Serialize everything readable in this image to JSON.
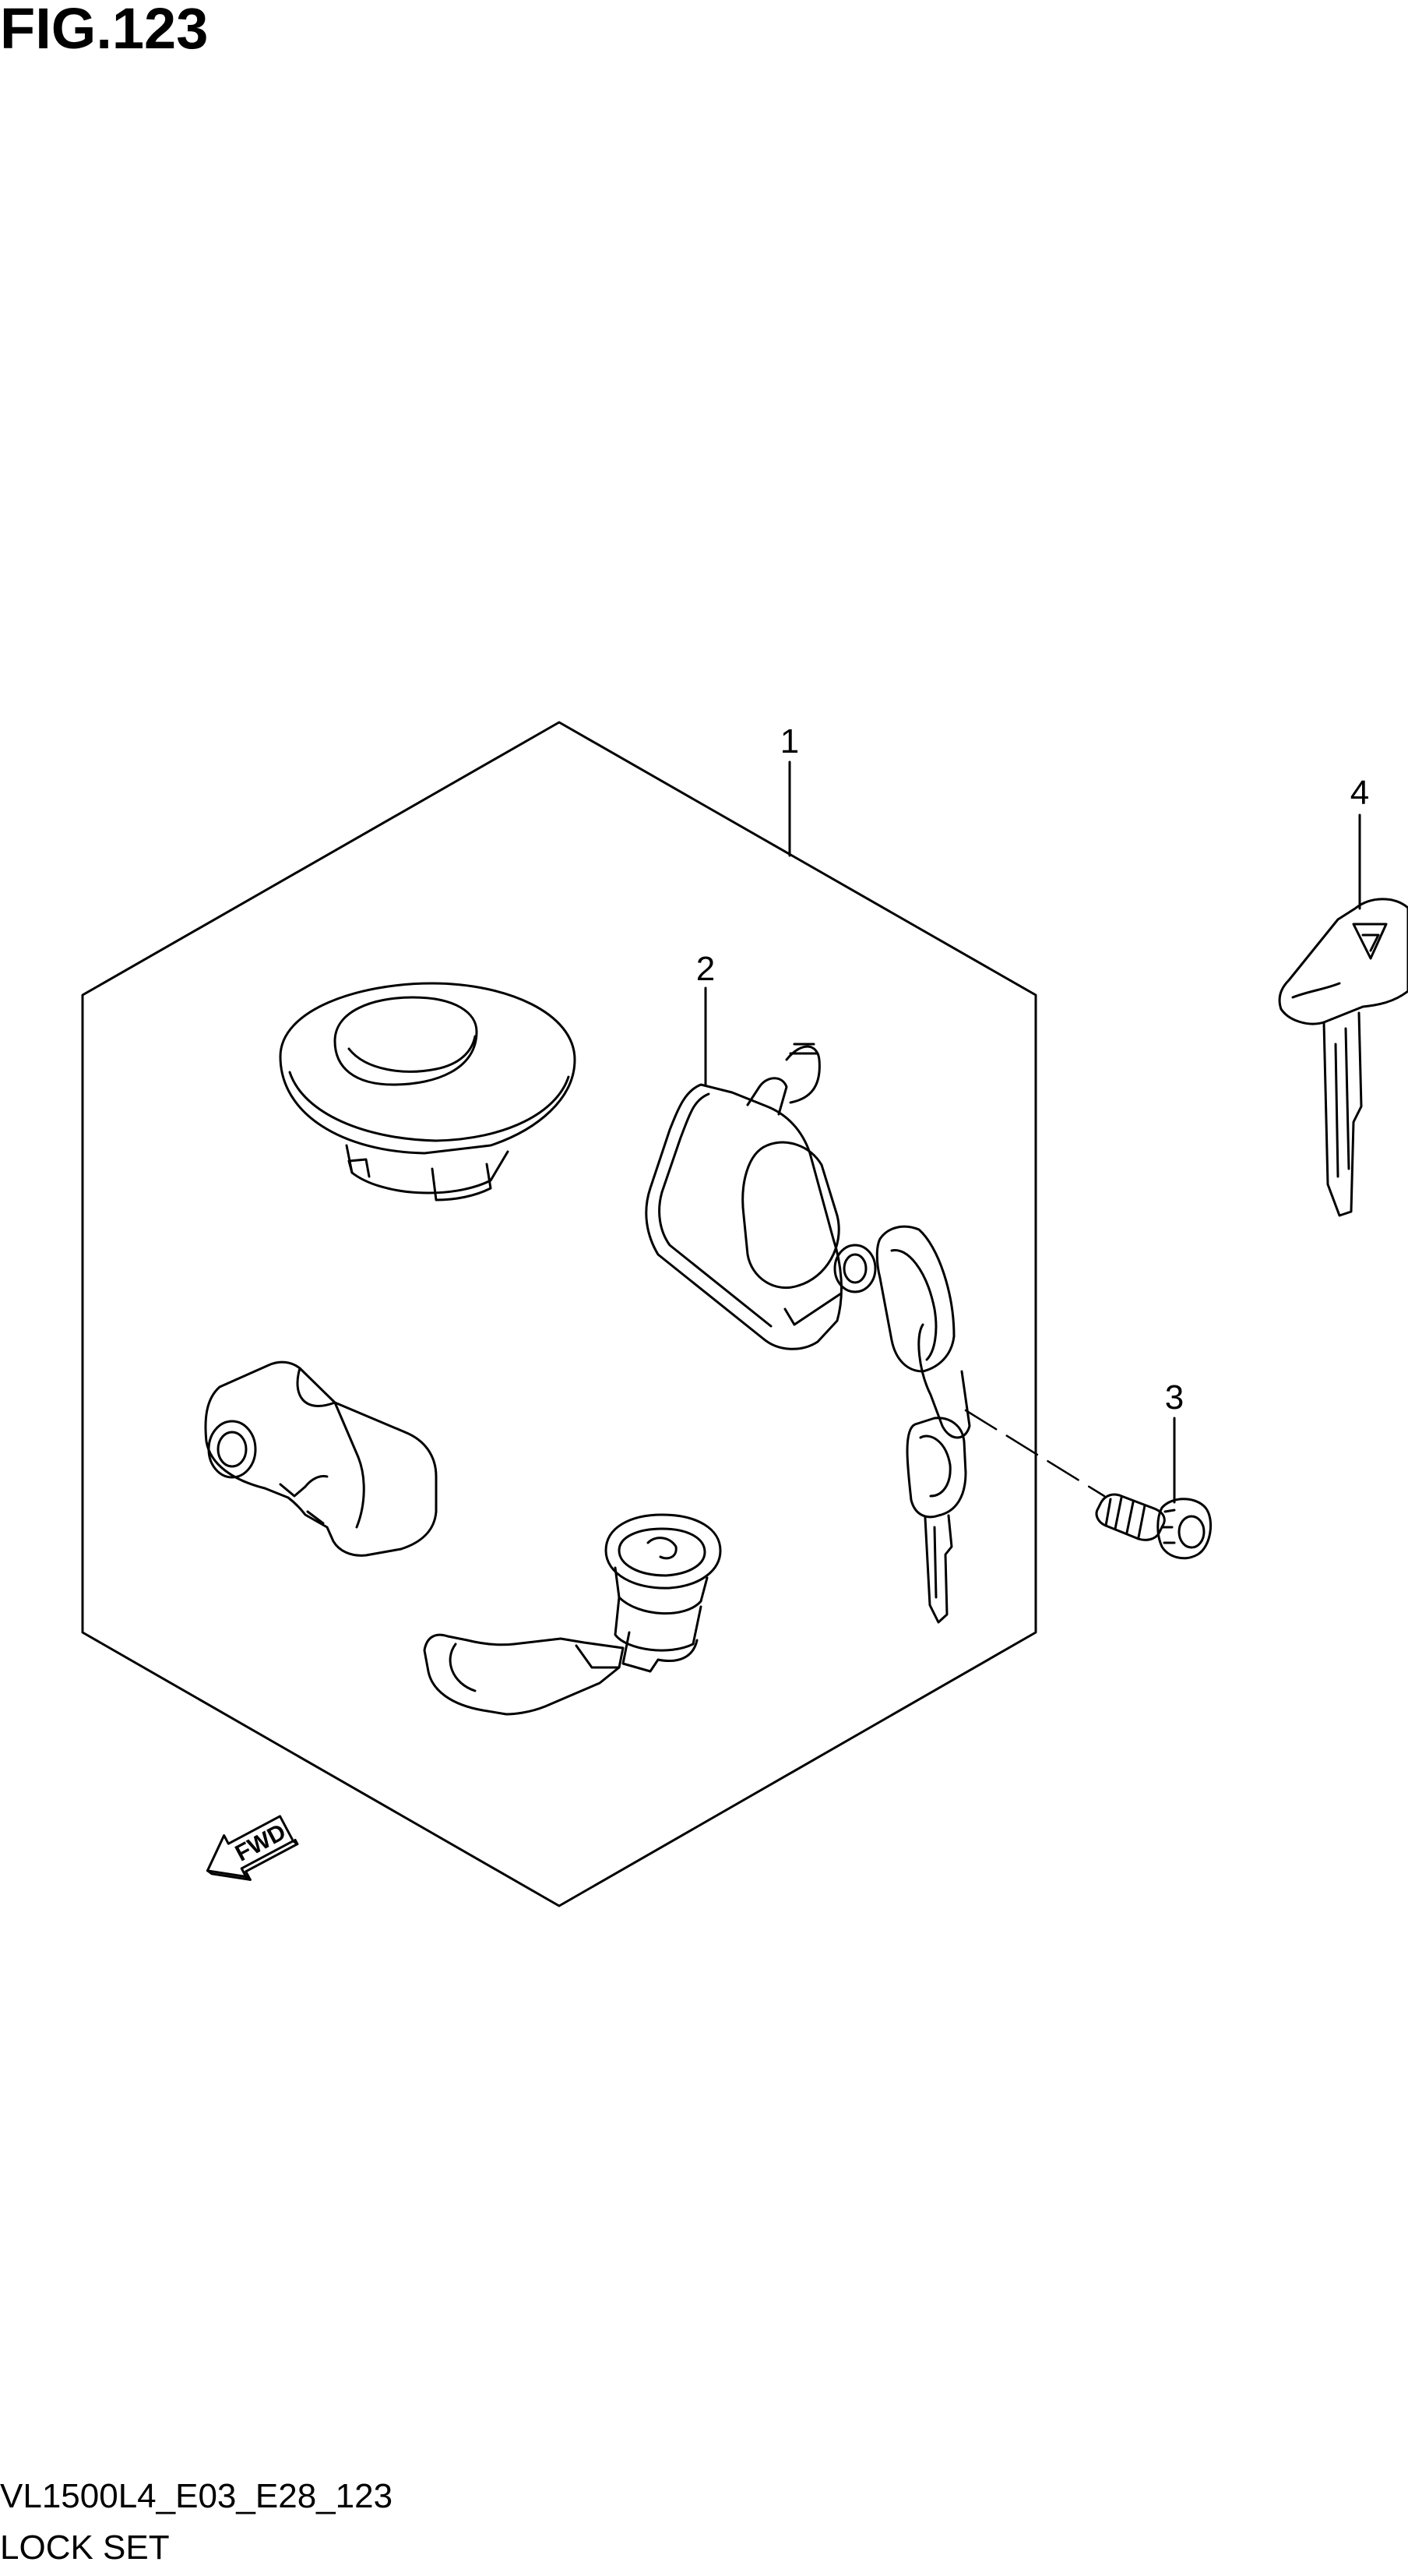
{
  "header": {
    "figure_title": "FIG.123"
  },
  "callouts": [
    {
      "id": "1",
      "label": "1"
    },
    {
      "id": "2",
      "label": "2"
    },
    {
      "id": "3",
      "label": "3"
    },
    {
      "id": "4",
      "label": "4"
    }
  ],
  "direction_marker": {
    "label": "FWD"
  },
  "footer": {
    "diagram_code": "VL1500L4_E03_E28_123",
    "section_name": "LOCK SET"
  }
}
